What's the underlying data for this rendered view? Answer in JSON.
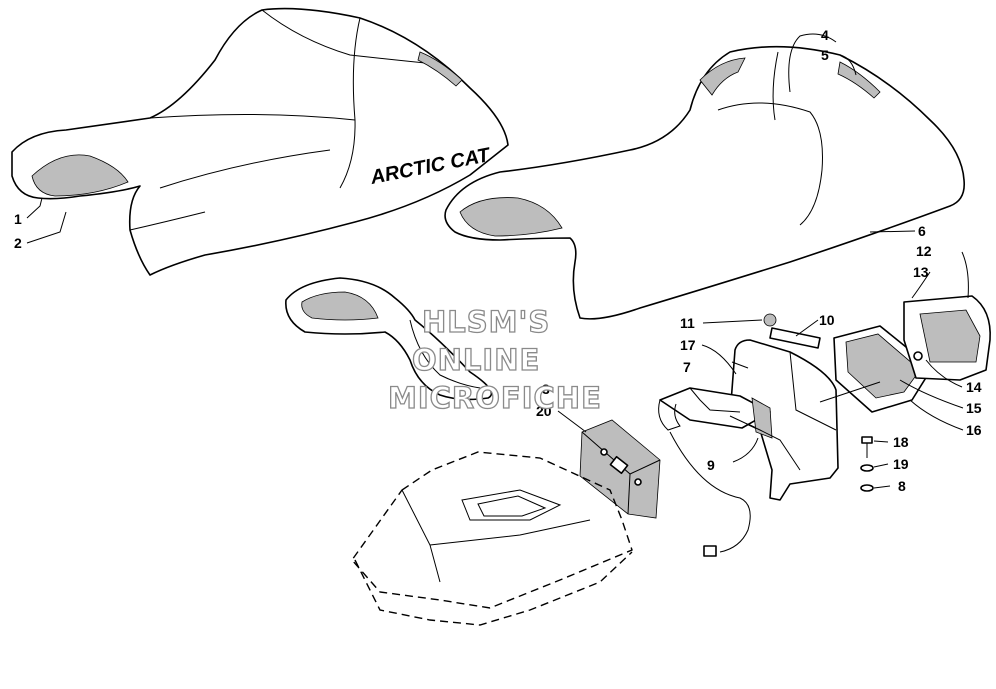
{
  "diagram": {
    "brand_text": "ARCTIC CAT",
    "watermark": [
      "HLSM'S",
      "ONLINE",
      "MICROFICHE"
    ],
    "callouts": [
      {
        "id": "c1",
        "label": "1"
      },
      {
        "id": "c2",
        "label": "2"
      },
      {
        "id": "c3",
        "label": "3"
      },
      {
        "id": "c4",
        "label": "4"
      },
      {
        "id": "c5",
        "label": "5"
      },
      {
        "id": "c6",
        "label": "6"
      },
      {
        "id": "c7",
        "label": "7"
      },
      {
        "id": "c8",
        "label": "8"
      },
      {
        "id": "c9",
        "label": "9"
      },
      {
        "id": "c10",
        "label": "10"
      },
      {
        "id": "c11",
        "label": "11"
      },
      {
        "id": "c12",
        "label": "12"
      },
      {
        "id": "c13",
        "label": "13"
      },
      {
        "id": "c14",
        "label": "14"
      },
      {
        "id": "c15",
        "label": "15"
      },
      {
        "id": "c16",
        "label": "16"
      },
      {
        "id": "c17",
        "label": "17"
      },
      {
        "id": "c18",
        "label": "18"
      },
      {
        "id": "c19",
        "label": "19"
      },
      {
        "id": "c20",
        "label": "20"
      }
    ]
  }
}
